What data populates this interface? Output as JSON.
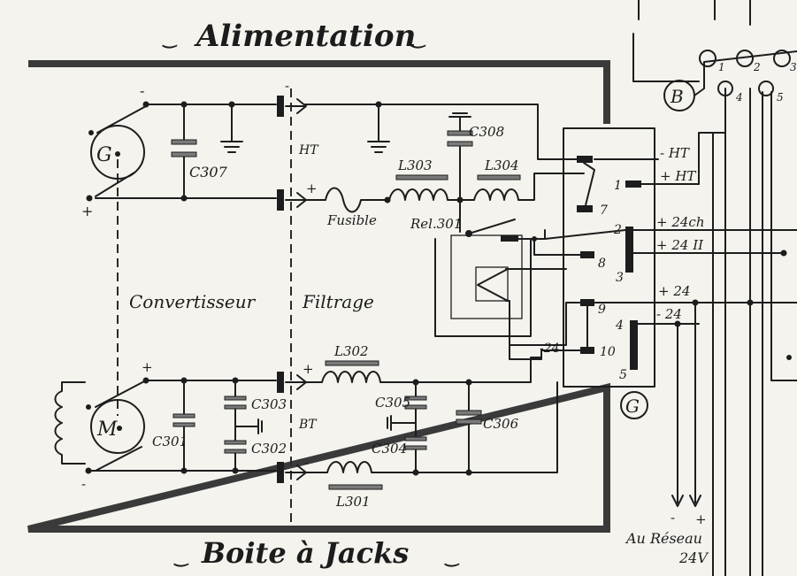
{
  "titles": {
    "top": "Alimentation",
    "bottom": "Boite à Jacks"
  },
  "sections": {
    "left": "Convertisseur",
    "right": "Filtrage"
  },
  "machines": {
    "generator": "G",
    "motor": "M",
    "junction_box": "G",
    "plug": "B"
  },
  "components": {
    "c307": "C307",
    "c308": "C308",
    "c301": "C301",
    "c303": "C303",
    "c302": "C302",
    "c305": "C305",
    "c304": "C304",
    "c306": "C306",
    "l303": "L303",
    "l304": "L304",
    "l302": "L302",
    "l301": "L301",
    "fuse": "Fusible",
    "relay": "Rel.301",
    "ht": "HT",
    "bt": "BT"
  },
  "polarity": {
    "minus": "-",
    "plus": "+"
  },
  "terminals": {
    "t1": "1",
    "t2": "2",
    "t3": "3",
    "t7": "7",
    "t8": "8",
    "t4": "4",
    "t9": "9",
    "t10": "10",
    "t5": "5",
    "minus24_relay": "-24"
  },
  "lines": {
    "minus_ht": "- HT",
    "plus_ht": "+ HT",
    "plus_24ch": "+ 24ch",
    "plus_24_ii": "+ 24 II",
    "plus_24": "+ 24",
    "minus_24": "- 24"
  },
  "plug_pins": {
    "p1": "1",
    "p2": "2",
    "p3": "3",
    "p4": "4",
    "p5": "5"
  },
  "mains": {
    "line1": "Au Réseau",
    "line2": "24V"
  }
}
